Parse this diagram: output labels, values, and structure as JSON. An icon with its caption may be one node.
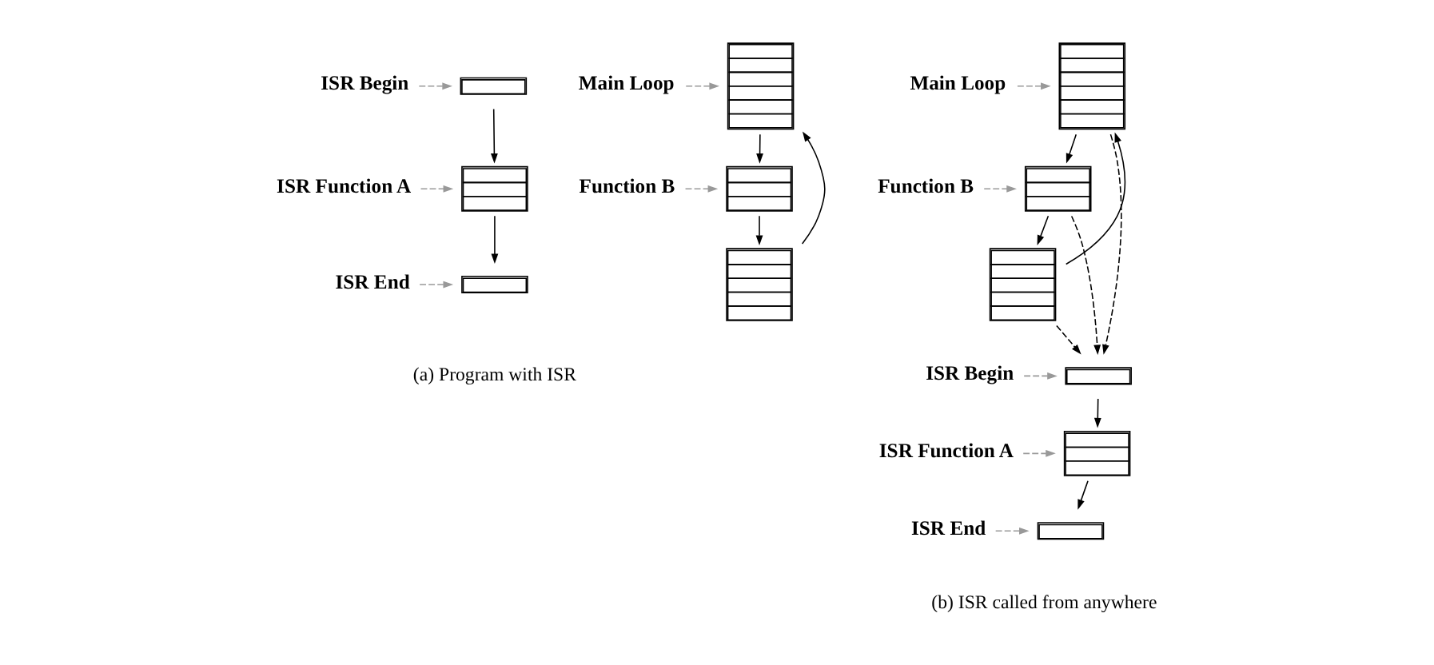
{
  "diagram": {
    "nodes": [
      {
        "text": [],
        "shape": "box"
      },
      {
        "text": [
          "Main Loop"
        ]
      },
      {
        "text": [],
        "shape": "box"
      },
      {
        "text": [
          "Function B"
        ]
      },
      {
        "text": [],
        "shape": "box"
      },
      {
        "text": [],
        "shape": "box"
      },
      {
        "text": [
          "ISR Begin"
        ]
      },
      {
        "text": [],
        "shape": "box"
      },
      {
        "text": [
          "ISR Function A"
        ]
      },
      {
        "text": [],
        "shape": "box"
      },
      {
        "text": [
          "ISR End"
        ]
      },
      {
        "text": [],
        "shape": "box"
      },
      {
        "text": [
          "Main Loop"
        ]
      },
      {
        "text": [],
        "shape": "box"
      },
      {
        "text": [
          "Function B"
        ]
      },
      {
        "text": [],
        "shape": "box"
      },
      {
        "text": [],
        "shape": "box"
      },
      {
        "text": [
          "ISR Begin"
        ]
      },
      {
        "text": [],
        "shape": "box"
      },
      {
        "text": [
          "ISR Function A"
        ]
      },
      {
        "text": [],
        "shape": "box"
      },
      {
        "text": [
          "ISR End"
        ]
      }
    ],
    "edges": [
      {
        "from": 4,
        "to": 0,
        "arrow": "to"
      },
      {
        "from": 0,
        "to": 2,
        "arrow": "to"
      },
      {
        "from": 2,
        "to": 4,
        "arrow": "to"
      },
      {
        "from": 5,
        "to": 7,
        "arrow": "to"
      },
      {
        "from": 7,
        "to": 9,
        "arrow": "to"
      },
      {
        "from": 1,
        "to": 0,
        "arrow": "to",
        "style": "dashed",
        "color": "#999999"
      },
      {
        "from": 3,
        "to": 2,
        "arrow": "to",
        "style": "dashed",
        "color": "#999999"
      },
      {
        "from": 6,
        "to": 5,
        "arrow": "to",
        "style": "dashed",
        "color": "#999999"
      },
      {
        "from": 8,
        "to": 7,
        "arrow": "to",
        "style": "dashed",
        "color": "#999999"
      },
      {
        "from": 10,
        "to": 9,
        "arrow": "to",
        "style": "dashed",
        "color": "#999999"
      },
      {
        "from": 15,
        "to": 11,
        "arrow": "to"
      },
      {
        "from": 11,
        "to": 13,
        "arrow": "to"
      },
      {
        "from": 13,
        "to": 15,
        "arrow": "to"
      },
      {
        "from": 16,
        "to": 18,
        "arrow": "to"
      },
      {
        "from": 18,
        "to": 20,
        "arrow": "to"
      },
      {
        "from": 11,
        "to": 16,
        "arrow": "to",
        "style": "dashed"
      },
      {
        "from": 13,
        "to": 16,
        "arrow": "to",
        "style": "dashed"
      },
      {
        "from": 15,
        "to": 16,
        "arrow": "to",
        "style": "dashed"
      },
      {
        "from": 12,
        "to": 11,
        "arrow": "to",
        "style": "dashed",
        "color": "#999999"
      },
      {
        "from": 14,
        "to": 13,
        "arrow": "to",
        "style": "dashed",
        "color": "#999999"
      },
      {
        "from": 17,
        "to": 16,
        "arrow": "to",
        "style": "dashed",
        "color": "#999999"
      },
      {
        "from": 19,
        "to": 18,
        "arrow": "to",
        "style": "dashed",
        "color": "#999999"
      },
      {
        "from": 21,
        "to": 20,
        "arrow": "to",
        "style": "dashed",
        "color": "#999999"
      }
    ],
    "labels": [
      "(a) Program with ISR",
      "(b) ISR called from anywhere"
    ]
  }
}
